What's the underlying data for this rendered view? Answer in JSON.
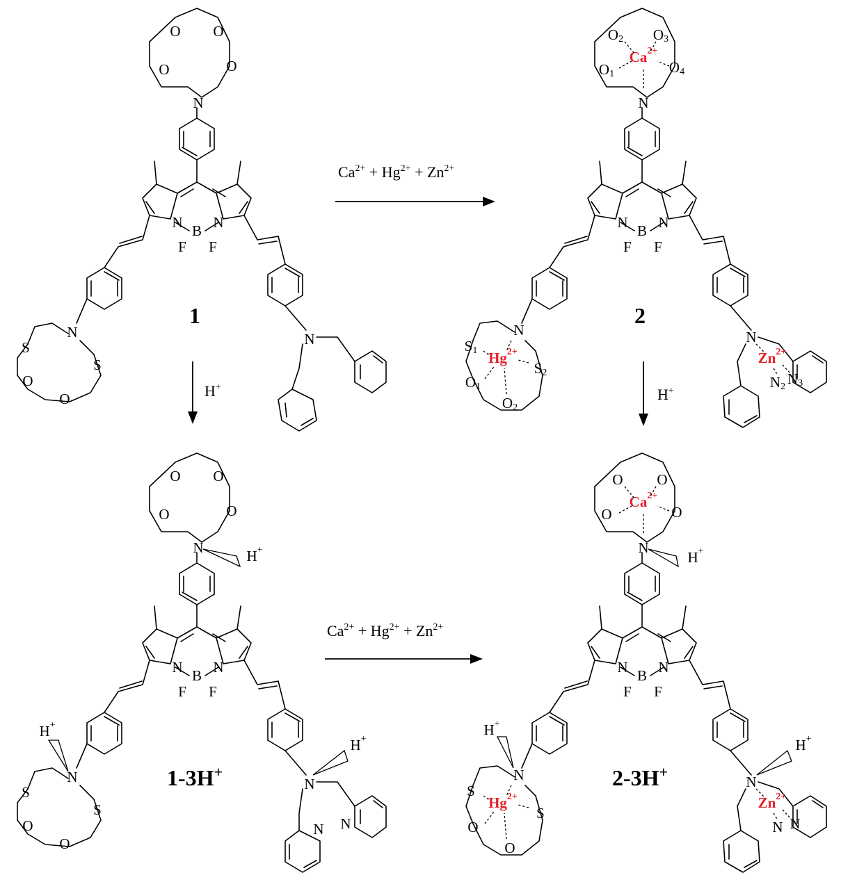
{
  "labels": {
    "c1": "1",
    "c2": "2",
    "c3": "1-3H",
    "c4": "2-3H",
    "plus": "+"
  },
  "arrows": {
    "top_reagents": "Ca2+ + Hg2+ + Zn2+",
    "bottom_reagents": "Ca2+ + Hg2+ + Zn2+",
    "left_reagent": "H+",
    "right_reagent": "H+"
  },
  "atoms": {
    "N": "N",
    "B": "B",
    "F": "F",
    "O": "O",
    "S": "S",
    "H": "H",
    "Ca": "Ca",
    "Hg": "Hg",
    "Zn": "Zn",
    "charge2": "2+",
    "charge1": "+"
  },
  "subscripts": [
    "1",
    "2",
    "3",
    "4"
  ],
  "colors": {
    "metal": "#e8202a",
    "ink": "#000000"
  }
}
